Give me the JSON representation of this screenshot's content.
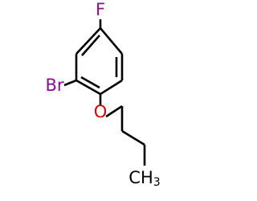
{
  "molecule": {
    "atoms": {
      "fluorine": {
        "label": "F",
        "color": "#8a0f8c"
      },
      "bromine": {
        "label": "Br",
        "color": "#8a0f8c"
      },
      "oxygen": {
        "label": "O",
        "color": "#d10000"
      },
      "methyl": {
        "label": "CH",
        "subscript": "3",
        "color": "#000000"
      }
    },
    "bond_color": "#000000"
  }
}
